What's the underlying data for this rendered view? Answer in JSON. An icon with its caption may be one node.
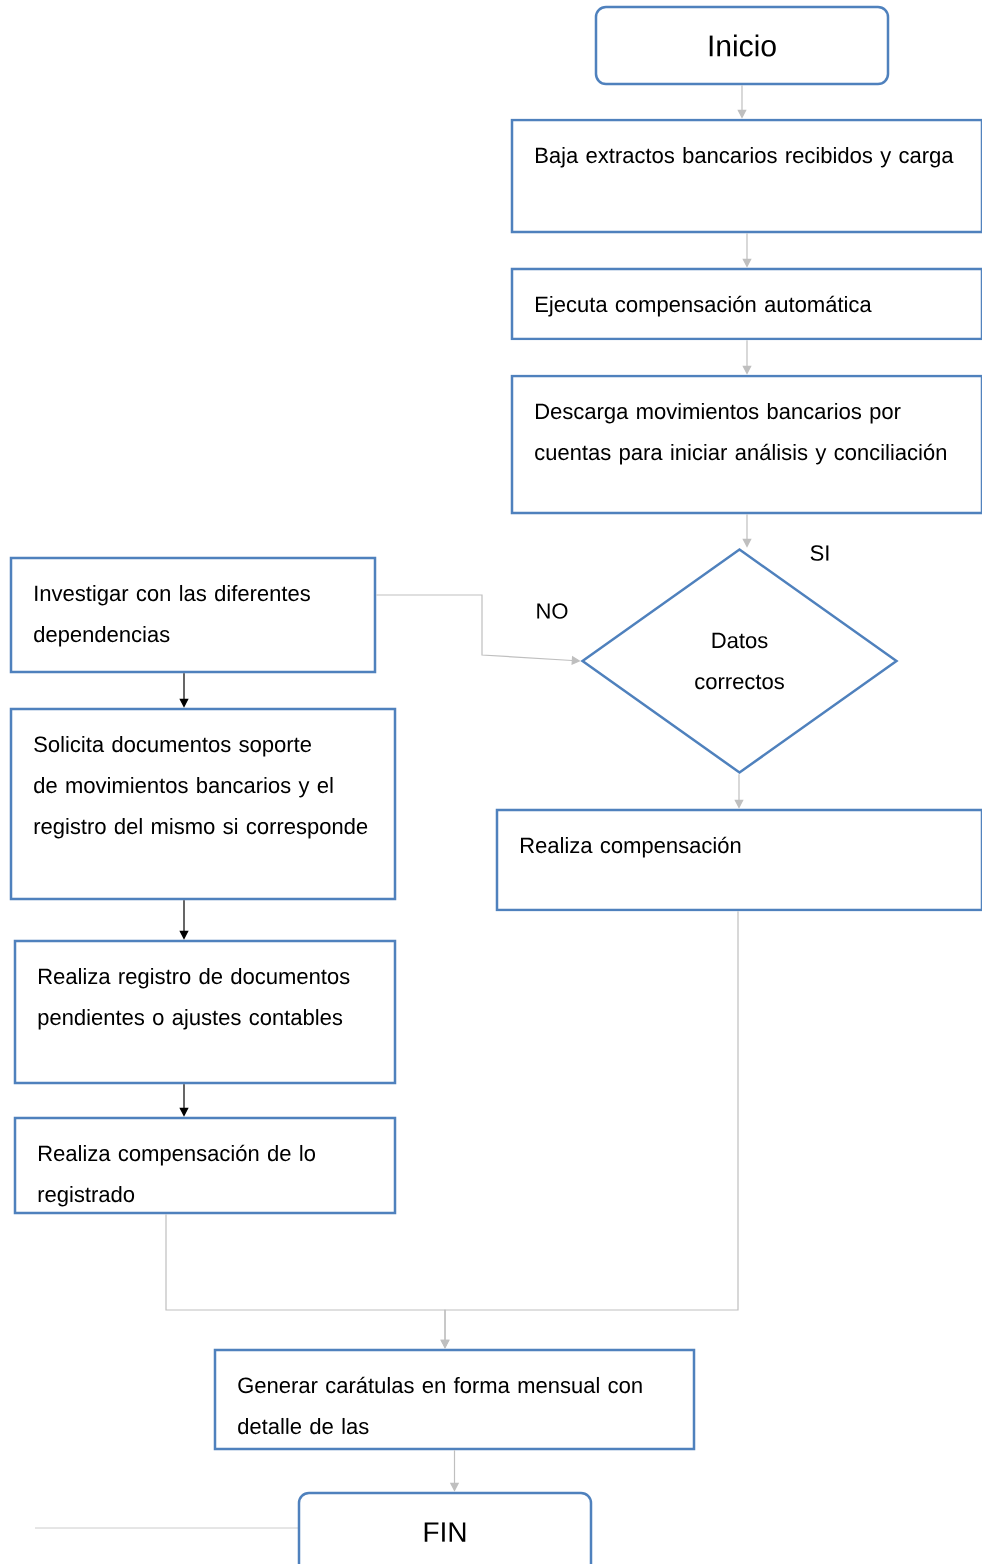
{
  "diagram": {
    "nodes": [
      {
        "text": [
          "Inicio"
        ]
      },
      {
        "text": [
          "Baja extractos bancarios recibidos y carga"
        ]
      },
      {
        "text": [
          "Ejecuta compensación automática"
        ]
      },
      {
        "text": [
          "Descarga movimientos bancarios por cuentas para iniciar análisis y conciliación"
        ]
      },
      {
        "text": [
          "Datos correctos"
        ]
      },
      {
        "text": [
          "Investigar con las diferentes dependencias"
        ]
      },
      {
        "text": [
          "Solicita documentos soporte de movimientos bancarios y el registro del mismo si corresponde"
        ]
      },
      {
        "text": [
          "Realiza registro de documentos pendientes o ajustes contables"
        ]
      },
      {
        "text": [
          "Realiza compensación de lo registrado"
        ]
      },
      {
        "text": [
          "Realiza compensación"
        ]
      },
      {
        "text": [
          "Generar carátulas en forma mensual con detalle de las"
        ]
      },
      {
        "text": [
          "FIN"
        ]
      }
    ],
    "edges": [
      {
        "from": 0,
        "to": 1,
        "arrow": "to"
      },
      {
        "from": 1,
        "to": 2,
        "arrow": "to"
      },
      {
        "from": 2,
        "to": 3,
        "arrow": "to"
      },
      {
        "from": 3,
        "to": 4,
        "arrow": "to"
      },
      {
        "from": 5,
        "to": 4,
        "arrow": "to"
      },
      {
        "from": 4,
        "to": 9,
        "arrow": "to"
      },
      {
        "from": 5,
        "to": 6,
        "arrow": "to",
        "color": "#000000"
      },
      {
        "from": 6,
        "to": 7,
        "arrow": "to",
        "color": "#000000"
      },
      {
        "from": 7,
        "to": 8,
        "arrow": "to",
        "color": "#000000"
      },
      {
        "from": 8,
        "to": 10,
        "arrow": "to"
      },
      {
        "from": 9,
        "to": 10,
        "arrow": "to"
      },
      {
        "from": 10,
        "to": 11,
        "arrow": "to"
      }
    ],
    "labels": [
      "SI",
      "NO"
    ]
  }
}
